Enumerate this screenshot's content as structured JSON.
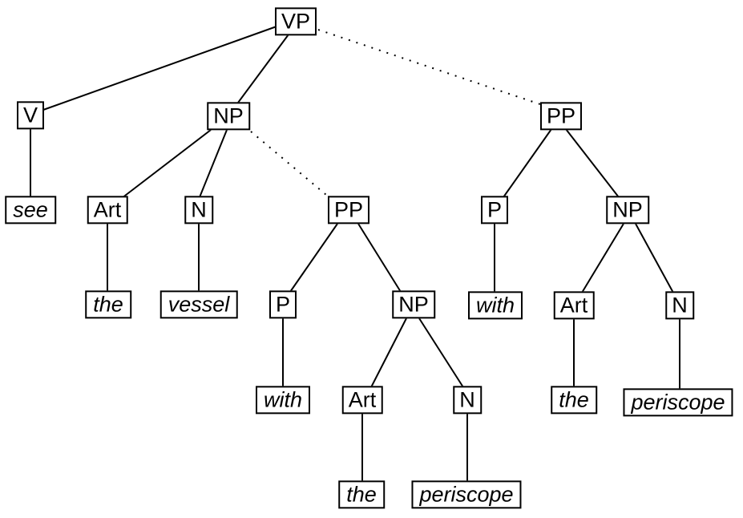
{
  "diagram": {
    "type": "syntax-parse-tree",
    "sentence_words": [
      "see",
      "the",
      "vessel",
      "with",
      "the",
      "periscope"
    ]
  },
  "nodes": {
    "vp": {
      "label": "VP"
    },
    "v": {
      "label": "V"
    },
    "np1": {
      "label": "NP"
    },
    "pp_right": {
      "label": "PP"
    },
    "see": {
      "label": "see"
    },
    "art1": {
      "label": "Art"
    },
    "n1": {
      "label": "N"
    },
    "pp_mid": {
      "label": "PP"
    },
    "p_right": {
      "label": "P"
    },
    "np_right": {
      "label": "NP"
    },
    "the1": {
      "label": "the"
    },
    "vessel": {
      "label": "vessel"
    },
    "p_mid": {
      "label": "P"
    },
    "np_mid": {
      "label": "NP"
    },
    "with_right": {
      "label": "with"
    },
    "art_right": {
      "label": "Art"
    },
    "n_right": {
      "label": "N"
    },
    "with_mid": {
      "label": "with"
    },
    "art_mid": {
      "label": "Art"
    },
    "n_mid": {
      "label": "N"
    },
    "the_right": {
      "label": "the"
    },
    "periscope_right": {
      "label": "periscope"
    },
    "the_mid": {
      "label": "the"
    },
    "periscope_mid": {
      "label": "periscope"
    }
  },
  "edges": [
    {
      "from": "vp",
      "to": "v",
      "style": "solid"
    },
    {
      "from": "vp",
      "to": "np1",
      "style": "solid"
    },
    {
      "from": "vp",
      "to": "pp_right",
      "style": "dotted"
    },
    {
      "from": "v",
      "to": "see",
      "style": "solid"
    },
    {
      "from": "np1",
      "to": "art1",
      "style": "solid"
    },
    {
      "from": "np1",
      "to": "n1",
      "style": "solid"
    },
    {
      "from": "np1",
      "to": "pp_mid",
      "style": "dotted"
    },
    {
      "from": "art1",
      "to": "the1",
      "style": "solid"
    },
    {
      "from": "n1",
      "to": "vessel",
      "style": "solid"
    },
    {
      "from": "pp_mid",
      "to": "p_mid",
      "style": "solid"
    },
    {
      "from": "pp_mid",
      "to": "np_mid",
      "style": "solid"
    },
    {
      "from": "p_mid",
      "to": "with_mid",
      "style": "solid"
    },
    {
      "from": "np_mid",
      "to": "art_mid",
      "style": "solid"
    },
    {
      "from": "np_mid",
      "to": "n_mid",
      "style": "solid"
    },
    {
      "from": "art_mid",
      "to": "the_mid",
      "style": "solid"
    },
    {
      "from": "n_mid",
      "to": "periscope_mid",
      "style": "solid"
    },
    {
      "from": "pp_right",
      "to": "p_right",
      "style": "solid"
    },
    {
      "from": "pp_right",
      "to": "np_right",
      "style": "solid"
    },
    {
      "from": "p_right",
      "to": "with_right",
      "style": "solid"
    },
    {
      "from": "np_right",
      "to": "art_right",
      "style": "solid"
    },
    {
      "from": "np_right",
      "to": "n_right",
      "style": "solid"
    },
    {
      "from": "art_right",
      "to": "the_right",
      "style": "solid"
    },
    {
      "from": "n_right",
      "to": "periscope_right",
      "style": "solid"
    }
  ],
  "colors": {
    "background": "#ffffff",
    "line": "#000000",
    "text": "#000000"
  }
}
